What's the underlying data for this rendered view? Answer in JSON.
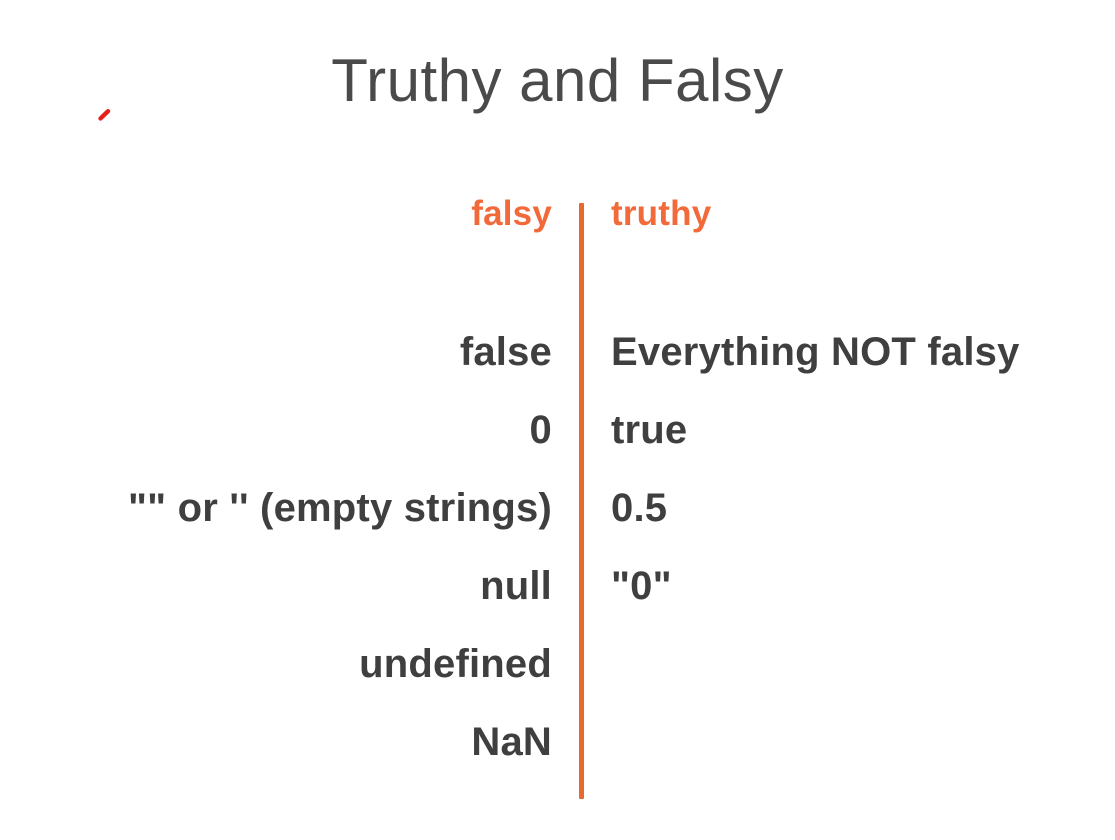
{
  "slide": {
    "title": "Truthy and Falsy",
    "background_color": "#ffffff",
    "accent_color": "#f2693a",
    "text_color": "#3f3f3f",
    "title_color": "#4a4a4a",
    "annotation_color": "#e8201a"
  },
  "columns": {
    "falsy": {
      "header": "falsy",
      "items": [
        "false",
        "0",
        "\"\" or '' (empty strings)",
        "null",
        "undefined",
        "NaN"
      ]
    },
    "truthy": {
      "header": "truthy",
      "items": [
        "Everything NOT falsy",
        "true",
        "0.5",
        "\"0\"",
        "",
        ""
      ]
    }
  }
}
